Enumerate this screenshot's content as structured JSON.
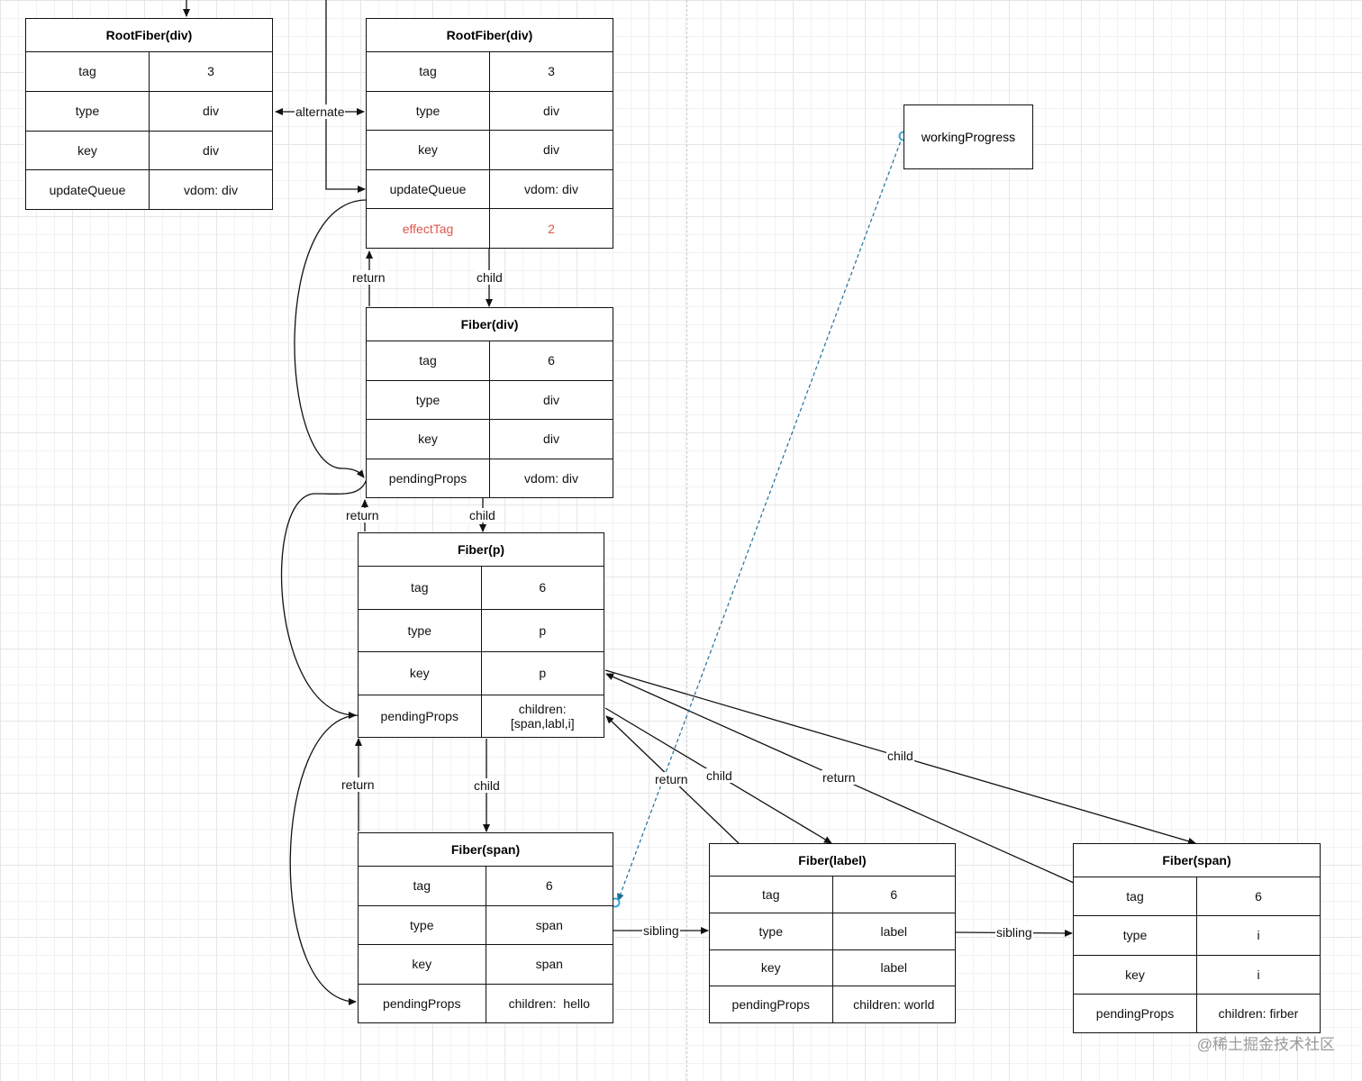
{
  "fibers": [
    {
      "title": "RootFiber(div)",
      "rows": [
        {
          "k": "tag",
          "v": "3"
        },
        {
          "k": "type",
          "v": "div"
        },
        {
          "k": "key",
          "v": "div"
        },
        {
          "k": "updateQueue",
          "v": "vdom: div"
        }
      ]
    },
    {
      "title": "RootFiber(div)",
      "rows": [
        {
          "k": "tag",
          "v": "3"
        },
        {
          "k": "type",
          "v": "div"
        },
        {
          "k": "key",
          "v": "div"
        },
        {
          "k": "updateQueue",
          "v": "vdom: div"
        },
        {
          "k": "effectTag",
          "v": "2"
        }
      ]
    },
    {
      "title": "Fiber(div)",
      "rows": [
        {
          "k": "tag",
          "v": "6"
        },
        {
          "k": "type",
          "v": "div"
        },
        {
          "k": "key",
          "v": "div"
        },
        {
          "k": "pendingProps",
          "v": "vdom: div"
        }
      ]
    },
    {
      "title": "Fiber(p)",
      "rows": [
        {
          "k": "tag",
          "v": "6"
        },
        {
          "k": "type",
          "v": "p"
        },
        {
          "k": "key",
          "v": "p"
        },
        {
          "k": "pendingProps",
          "v": "children:\n[span,labl,i]"
        }
      ]
    },
    {
      "title": "Fiber(span)",
      "rows": [
        {
          "k": "tag",
          "v": "6"
        },
        {
          "k": "type",
          "v": "span"
        },
        {
          "k": "key",
          "v": "span"
        },
        {
          "k": "pendingProps",
          "v": "children:  hello"
        }
      ]
    },
    {
      "title": "Fiber(label)",
      "rows": [
        {
          "k": "tag",
          "v": "6"
        },
        {
          "k": "type",
          "v": "label"
        },
        {
          "k": "key",
          "v": "label"
        },
        {
          "k": "pendingProps",
          "v": "children: world"
        }
      ]
    },
    {
      "title": "Fiber(span)",
      "rows": [
        {
          "k": "tag",
          "v": "6"
        },
        {
          "k": "type",
          "v": "i"
        },
        {
          "k": "key",
          "v": "i"
        },
        {
          "k": "pendingProps",
          "v": "children: firber"
        }
      ]
    }
  ],
  "working_progress": "workingProgress",
  "edge_labels": {
    "alternate": "alternate",
    "child": "child",
    "return": "return",
    "sibling": "sibling"
  },
  "highlight": {
    "row": "effectTag",
    "color": "#e0554f"
  },
  "pointer_color": "#3aa6d4",
  "watermark": "@稀土掘金技术社区"
}
